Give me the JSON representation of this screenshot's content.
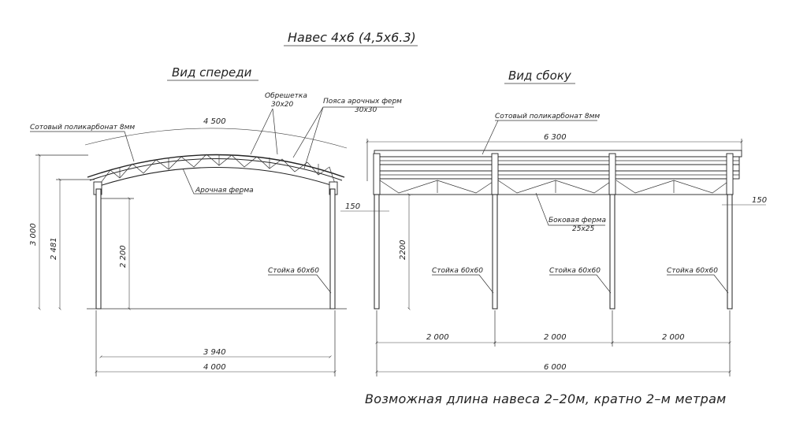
{
  "title": "Навес 4х6 (4,5х6.3)",
  "front_view": {
    "label": "Вид спереди",
    "notes": {
      "polycarbonate": "Сотовый поликарбонат 8мм",
      "lathing": "Обрешетка",
      "lathing_size": "30х20",
      "chords": "Пояса арочных ферм",
      "chords_size": "30х30",
      "arch_truss": "Арочная ферма",
      "post": "Стойка 60х60"
    },
    "dims": {
      "width_top": "4 500",
      "height_total": "3 000",
      "height_mid": "2 481",
      "height_posts": "2 200",
      "inner_width": "3 940",
      "outer_width": "4 000"
    }
  },
  "side_view": {
    "label": "Вид сбоку",
    "notes": {
      "polycarbonate": "Сотовый поликарбонат 8мм",
      "side_truss": "Боковая ферма",
      "side_truss_size": "25х25",
      "post_1": "Стойка 60х60",
      "post_2": "Стойка 60х60",
      "post_3": "Стойка 60х60"
    },
    "dims": {
      "length_top": "6 300",
      "overhang_left": "150",
      "overhang_right": "150",
      "height_posts": "2200",
      "span_1": "2 000",
      "span_2": "2 000",
      "span_3": "2 000",
      "length_total": "6 000"
    }
  },
  "bottom_note": "Возможная длина навеса 2–20м, кратно 2–м метрам"
}
